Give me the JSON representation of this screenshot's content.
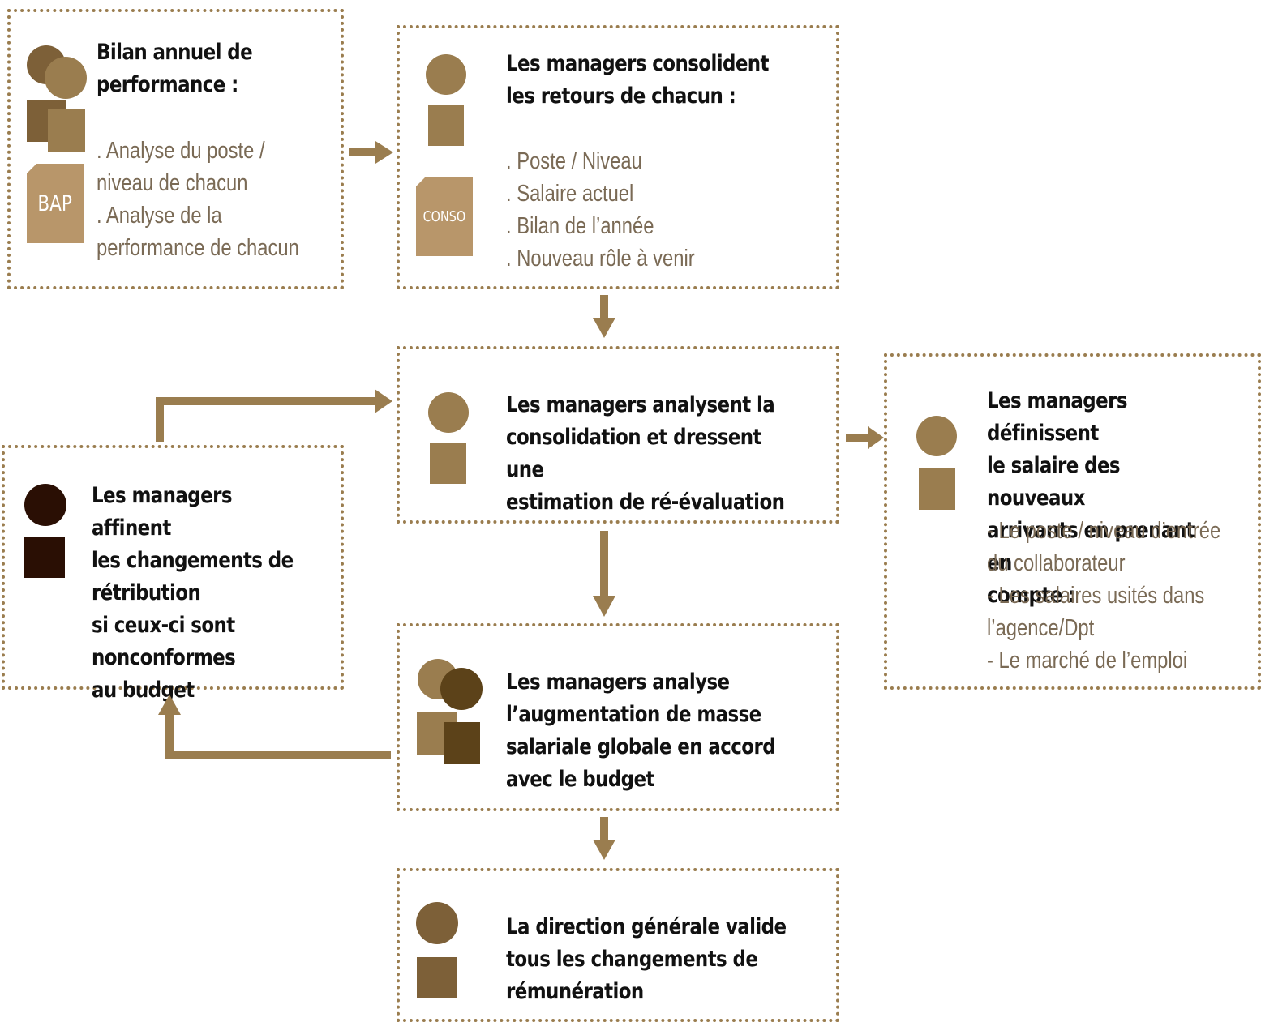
{
  "colors": {
    "border": "#9a7d4f",
    "arrow": "#9a7d4f",
    "tan": "#9a7d4f",
    "tan_light": "#b8966a",
    "brown_mid": "#7d6038",
    "brown_dark": "#5c4219",
    "brown_deep": "#2a0f04"
  },
  "boxes": {
    "bap": {
      "title": "Bilan annuel de\nperformance :",
      "items": [
        ". Analyse du poste /",
        "niveau de chacun",
        ". Analyse de la",
        "performance de chacun"
      ],
      "doc_label": "BAP"
    },
    "conso": {
      "title": "Les managers consolident\nles retours de chacun :",
      "items": [
        ". Poste / Niveau",
        ". Salaire actuel",
        ". Bilan de l’année",
        ". Nouveau rôle à venir"
      ],
      "doc_label": "CONSO"
    },
    "analyse": {
      "title": "Les managers analysent la\nconsolidation et dressent une\nestimation de ré-évaluation"
    },
    "nouveaux": {
      "title": "Les managers définissent\nle salaire des nouveaux\narrivants en prenant en\ncompte :",
      "items": [
        "- Le poste / niveau d’entrée",
        "du collaborateur",
        "- Les salaires usités dans",
        "l’agence/Dpt",
        "- Le marché de l’emploi"
      ]
    },
    "affinent": {
      "title": "Les managers affinent\nles changements de\nrétribution\nsi ceux-ci sont\nnonconformes\nau budget"
    },
    "masse": {
      "title": "Les managers analyse\nl’augmentation de masse\nsalariale globale en accord\navec le budget"
    },
    "direction": {
      "title": "La direction générale valide\ntous les changements de\nrémunération"
    }
  }
}
